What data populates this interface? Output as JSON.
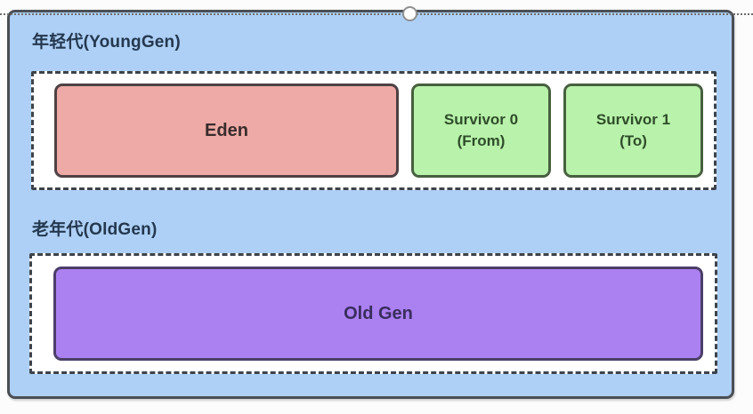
{
  "diagram": {
    "title_implied": "JVM heap generations diagram",
    "selection": {
      "handle": "resize-handle-top-center"
    },
    "young_gen": {
      "title": "年轻代(YoungGen)",
      "regions": {
        "eden": {
          "label": "Eden"
        },
        "survivor0": {
          "label": "Survivor 0\n(From)"
        },
        "survivor1": {
          "label": "Survivor 1\n(To)"
        }
      }
    },
    "old_gen": {
      "title": "老年代(OldGen)",
      "regions": {
        "old": {
          "label": "Old Gen"
        }
      }
    },
    "colors": {
      "container_fill": "#aed0f6",
      "container_border": "#4a4f55",
      "dashed_zone_fill": "#ffffff",
      "dashed_zone_border": "#3d434c",
      "eden_fill": "#edaaa6",
      "eden_border": "#4e4143",
      "eden_text": "#392c2c",
      "survivor_fill": "#b9f2ab",
      "survivor_border": "#47603f",
      "survivor_text": "#2e4d29",
      "old_fill": "#ab81f2",
      "old_border": "#4b3e69",
      "old_text": "#3a2d5e",
      "title_text": "#24384f",
      "handle_fill": "#ffffff",
      "handle_border": "#909090",
      "selection_line": "#6e6e6e"
    }
  }
}
